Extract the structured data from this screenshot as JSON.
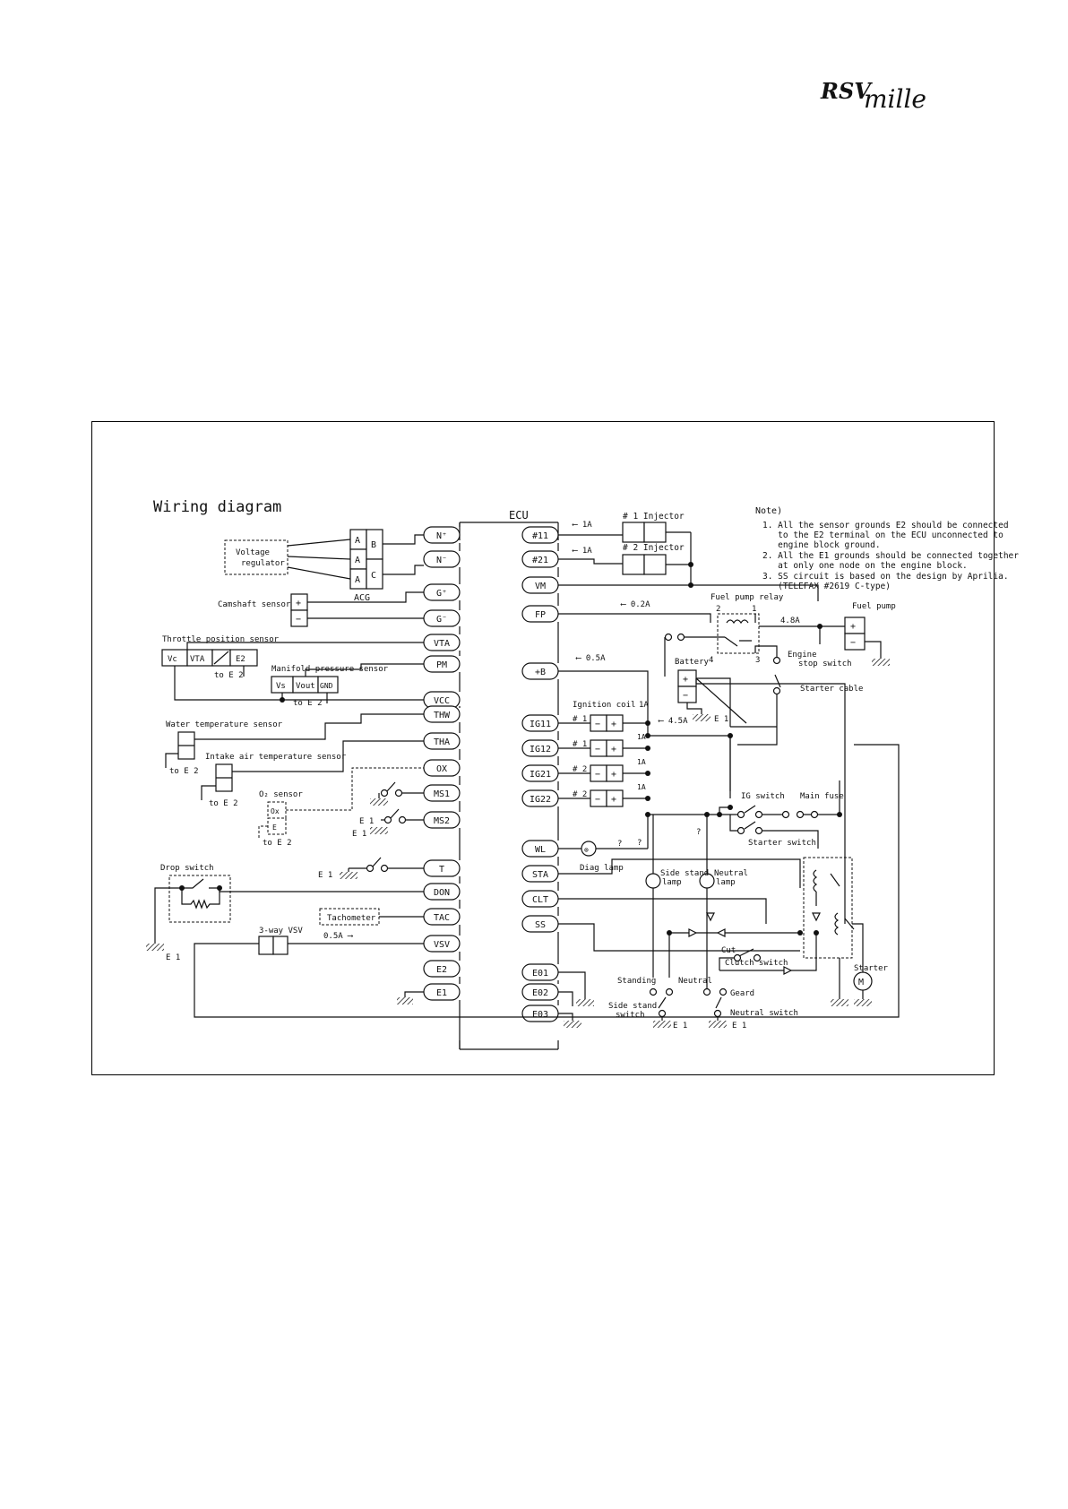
{
  "logo": {
    "brand": "RSV",
    "model": "mille",
    "color": "#7a3b3b"
  },
  "title": "Wiring diagram",
  "ecu": {
    "label": "ECU",
    "left_pins": [
      "N⁺",
      "N⁻",
      "G⁺",
      "G⁻",
      "VTA",
      "PM",
      "VCC",
      "THW",
      "THA",
      "OX",
      "MS1",
      "MS2",
      "T",
      "DON",
      "TAC",
      "VSV",
      "E2",
      "E1"
    ],
    "right_pins": [
      "#11",
      "#21",
      "VM",
      "FP",
      "+B",
      "IG11",
      "IG12",
      "IG21",
      "IG22",
      "WL",
      "STA",
      "CLT",
      "SS",
      "E01",
      "E02",
      "E03"
    ]
  },
  "notes": {
    "heading": "Note)",
    "lines": [
      "1. All the sensor grounds E2 should be connected",
      "   to the E2 terminal on the ECU unconnected to",
      "   engine block ground.",
      "2. All the E1 grounds should be connected together",
      "   at only one node on the engine block.",
      "3. SS circuit is based on the design by Aprilia.",
      "   (TELEFAX #2619 C-type)"
    ]
  },
  "left": {
    "voltage_regulator": [
      "Voltage",
      "regulator"
    ],
    "acg_label": "ACG",
    "acg_cells": [
      "A",
      "B",
      "A",
      "A",
      "C"
    ],
    "camshaft_sensor": "Camshaft sensor",
    "plus": "+",
    "minus": "−",
    "tps_label": "Throttle position sensor",
    "tps_cells": [
      "Vc",
      "VTA",
      "E2"
    ],
    "to_e2": "to E 2",
    "map_label": "Manifold pressure sensor",
    "map_cells": [
      "Vs",
      "Vout",
      "GND"
    ],
    "water_temp": "Water temperature sensor",
    "intake_temp": "Intake air temperature sensor",
    "o2_label": "O₂ sensor",
    "o2_cells": [
      "Ox",
      "E"
    ],
    "e1": "E 1",
    "drop_switch": "Drop switch",
    "tachometer": "Tachometer",
    "vsv_label": "3-way VSV",
    "vsv_current": "0.5A ⟶"
  },
  "right": {
    "injector1": "# 1  Injector",
    "injector2": "# 2  Injector",
    "current_1a": "⟵  1A",
    "current_02a": "⟵  0.2A",
    "current_05a": "⟵  0.5A",
    "current_45a": "⟵  4.5A",
    "current_48a": "4.8A",
    "fuel_pump_relay": "Fuel pump relay",
    "relay_pins": [
      "2",
      "1",
      "4",
      "3"
    ],
    "fuel_pump": "Fuel pump",
    "battery": "Battery",
    "engine_stop": [
      "Engine",
      "stop switch"
    ],
    "starter_cable": "Starter cable",
    "ignition_coil": "Ignition coil",
    "coil_labels": [
      "# 1",
      "# 1",
      "# 2",
      "# 2"
    ],
    "amp_1a": "1A",
    "ig_switch": "IG switch",
    "main_fuse": "Main fuse",
    "starter_switch": "Starter switch",
    "diag_lamp": "Diag lamp",
    "question": "?",
    "side_stand_lamp": [
      "Side stand",
      "lamp"
    ],
    "neutral_lamp": [
      "Neutral",
      "lamp"
    ],
    "cut": "Cut",
    "clutch_switch": "Clutch switch",
    "standing": "Standing",
    "neutral": "Neutral",
    "geard": "Geard",
    "side_stand_switch": [
      "Side stand",
      "switch"
    ],
    "neutral_switch": "Neutral switch",
    "starter": "Starter",
    "motor": "M",
    "e1": "E 1"
  }
}
